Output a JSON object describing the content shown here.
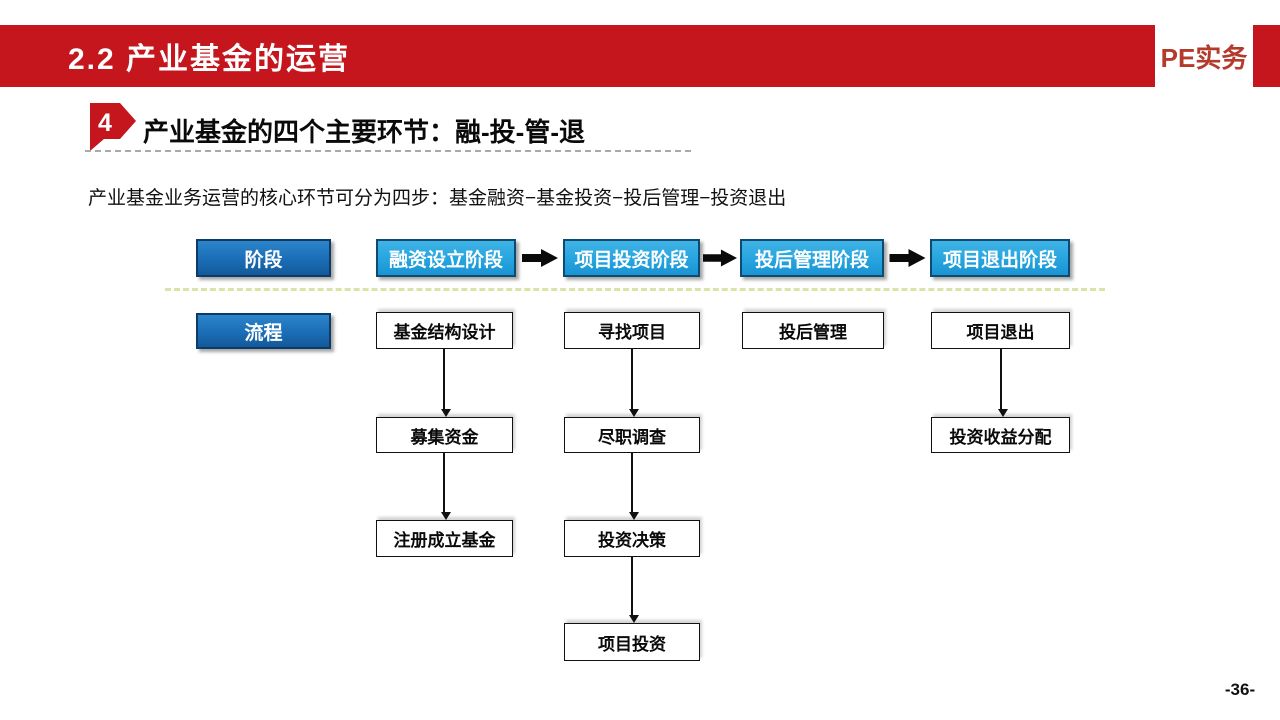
{
  "header": {
    "title": "2.2 产业基金的运营",
    "brand": "PE实务"
  },
  "section": {
    "number": "4",
    "title": "产业基金的四个主要环节：融-投-管-退"
  },
  "intro": "产业基金业务运营的核心环节可分为四步：基金融资−基金投资−投后管理−投资退出",
  "diagram": {
    "row_labels": {
      "stage": "阶段",
      "process": "流程"
    },
    "stages": [
      "融资设立阶段",
      "项目投资阶段",
      "投后管理阶段",
      "项目退出阶段"
    ],
    "flows": {
      "financing": [
        "基金结构设计",
        "募集资金",
        "注册成立基金"
      ],
      "investment": [
        "寻找项目",
        "尽职调查",
        "投资决策",
        "项目投资"
      ],
      "management": [
        "投后管理"
      ],
      "exit": [
        "项目退出",
        "投资收益分配"
      ]
    },
    "colors": {
      "label_box_blue": "#1a6db6",
      "stage_box_blue": "#29a9e1",
      "divider_yellow": "#dde3a6",
      "arrow_black": "#111111"
    }
  },
  "footer": {
    "page_number": "-36-"
  },
  "theme": {
    "header_red": "#c4161c",
    "brand_red": "#b43a2c"
  }
}
